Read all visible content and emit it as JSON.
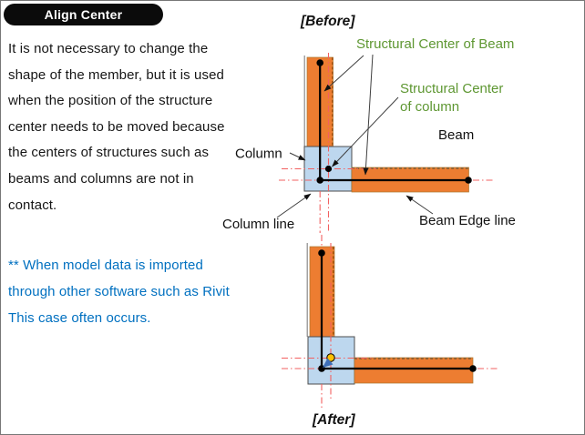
{
  "header": {
    "badge_label": "Align Center"
  },
  "left_panel": {
    "paragraph_text": "It is not necessary to change the\nshape of the member, but it is used\nwhen the position of the structure\ncenter needs to be moved because\nthe centers of structures such as\nbeams and columns are not in\ncontact.",
    "note_text": "** When model data is imported\nthrough other software such as Rivit\nThis case often occurs.",
    "note_color": "#0070C0"
  },
  "diagrams": {
    "before": {
      "title": "[Before]",
      "labels": {
        "structural_center_of_beam": "Structural Center of Beam",
        "structural_center_of_column_line1": "Structural Center",
        "structural_center_of_column_line2": "of column",
        "beam": "Beam",
        "column": "Column",
        "column_line": "Column line",
        "beam_edge_line": "Beam Edge line"
      }
    },
    "after": {
      "title": "[After]"
    }
  },
  "colors": {
    "beam_fill": "#ED7D31",
    "column_fill": "#BDD7EE",
    "center_line_black": "#000000",
    "axis_red": "#F26060",
    "green_label": "#5E9732",
    "note_blue": "#0070C0",
    "highlight_dot_yellow": "#FFC000",
    "cursor_blue": "#3E6FB8"
  }
}
